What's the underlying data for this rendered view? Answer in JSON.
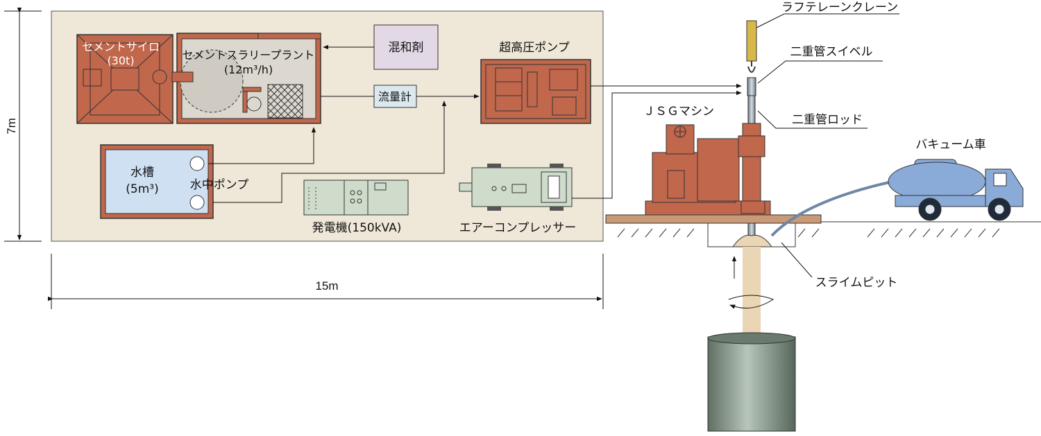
{
  "plant": {
    "cement_silo": {
      "name": "セメントサイロ",
      "capacity": "(30t)"
    },
    "slurry_plant": {
      "name": "セメントスラリープラント",
      "capacity": "(12m³/h)"
    },
    "admixture": "混和剤",
    "flowmeter": "流量計",
    "high_pressure_pump": "超高圧ポンプ",
    "water_tank": {
      "name": "水槽",
      "capacity": "(5m³)"
    },
    "submersible_pump": "水中ポンプ",
    "generator": "発電機(150kVA)",
    "air_compressor": "エアーコンプレッサー"
  },
  "dimensions": {
    "height": "7m",
    "width": "15m"
  },
  "site": {
    "crawler_crane": "ラフテレーンクレーン",
    "double_swivel": "二重管スイベル",
    "jsg_machine": "ＪＳＧマシン",
    "double_rod": "二重管ロッド",
    "vacuum_truck": "バキューム車",
    "slime_pit": "スライムピット"
  },
  "colors": {
    "plant_area_fill": "#efe8d8",
    "equipment_red": "#c0674c",
    "equipment_green": "#cfdccb",
    "water_blue": "#cfe0f2",
    "admixture_fill": "#e3d9e6",
    "flowmeter_fill": "#dbe8ee",
    "ground_brown": "#c89a78",
    "column_green": "#8a9c8c",
    "truck_blue": "#8aaad8",
    "crane_yellow": "#d9b84a"
  }
}
